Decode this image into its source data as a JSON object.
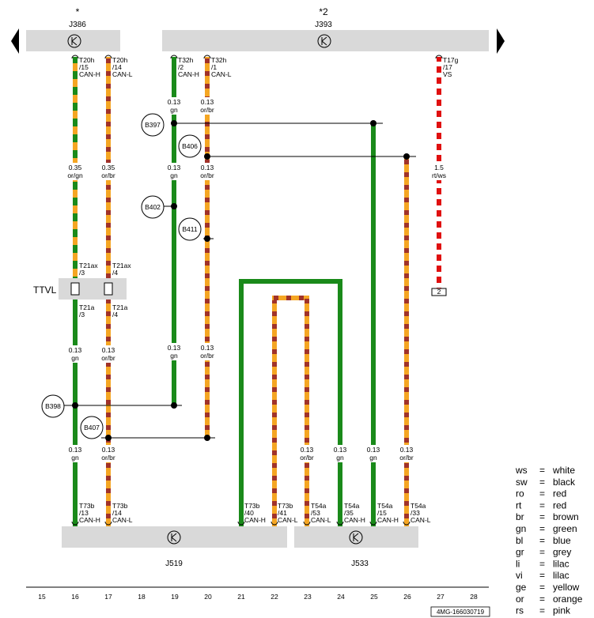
{
  "components": {
    "j386": {
      "label": "J386",
      "note": "*"
    },
    "j393": {
      "label": "J393",
      "note": "*2"
    },
    "j519": {
      "label": "J519"
    },
    "j533": {
      "label": "J533"
    },
    "ttvl": {
      "label": "TTVL"
    }
  },
  "top_pins": [
    {
      "id": "p16",
      "conn": "T20h",
      "pin": "/15",
      "sig": "CAN-H"
    },
    {
      "id": "p17",
      "conn": "T20h",
      "pin": "/14",
      "sig": "CAN-L"
    },
    {
      "id": "p19",
      "conn": "T32h",
      "pin": "/2",
      "sig": "CAN-H"
    },
    {
      "id": "p20",
      "conn": "T32h",
      "pin": "/1",
      "sig": "CAN-L"
    },
    {
      "id": "p27",
      "conn": "T17g",
      "pin": "/17",
      "sig": "VS"
    }
  ],
  "ttvl_pins_top": [
    {
      "conn": "T21ax",
      "pin": "/3"
    },
    {
      "conn": "T21ax",
      "pin": "/4"
    }
  ],
  "ttvl_pins_bottom": [
    {
      "conn": "T21a",
      "pin": "/3"
    },
    {
      "conn": "T21a",
      "pin": "/4"
    }
  ],
  "bottom_pins": [
    {
      "conn": "T73b",
      "pin": "/13",
      "sig": "CAN-H"
    },
    {
      "conn": "T73b",
      "pin": "/14",
      "sig": "CAN-L"
    },
    {
      "conn": "T73b",
      "pin": "/40",
      "sig": "CAN-H"
    },
    {
      "conn": "T73b",
      "pin": "/41",
      "sig": "CAN-L"
    },
    {
      "conn": "T54a",
      "pin": "/53",
      "sig": "CAN-L"
    },
    {
      "conn": "T54a",
      "pin": "/35",
      "sig": "CAN-H"
    },
    {
      "conn": "T54a",
      "pin": "/15",
      "sig": "CAN-H"
    },
    {
      "conn": "T54a",
      "pin": "/33",
      "sig": "CAN-L"
    }
  ],
  "wire_labels": [
    {
      "size": "0.13",
      "color": "gn"
    },
    {
      "size": "0.13",
      "color": "or/br"
    },
    {
      "size": "0.35",
      "color": "or/gn"
    },
    {
      "size": "0.35",
      "color": "or/br"
    },
    {
      "size": "0.13",
      "color": "gn"
    },
    {
      "size": "0.13",
      "color": "or/br"
    },
    {
      "size": "1.5",
      "color": "rt/ws"
    },
    {
      "size": "0.13",
      "color": "gn"
    },
    {
      "size": "0.13",
      "color": "or/br"
    },
    {
      "size": "0.13",
      "color": "gn"
    },
    {
      "size": "0.13",
      "color": "or/br"
    },
    {
      "size": "0.13",
      "color": "gn"
    },
    {
      "size": "0.13",
      "color": "or/br"
    },
    {
      "size": "0.13",
      "color": "or/br"
    },
    {
      "size": "0.13",
      "color": "gn"
    },
    {
      "size": "0.13",
      "color": "gn"
    },
    {
      "size": "0.13",
      "color": "or/br"
    }
  ],
  "connection_points": [
    "B397",
    "B406",
    "B402",
    "B411",
    "B398",
    "B407"
  ],
  "ground_box": "2",
  "legend": [
    {
      "code": "ws",
      "eq": "=",
      "name": "white"
    },
    {
      "code": "sw",
      "eq": "=",
      "name": "black"
    },
    {
      "code": "ro",
      "eq": "=",
      "name": "red"
    },
    {
      "code": "rt",
      "eq": "=",
      "name": "red"
    },
    {
      "code": "br",
      "eq": "=",
      "name": "brown"
    },
    {
      "code": "gn",
      "eq": "=",
      "name": "green"
    },
    {
      "code": "bl",
      "eq": "=",
      "name": "blue"
    },
    {
      "code": "gr",
      "eq": "=",
      "name": "grey"
    },
    {
      "code": "li",
      "eq": "=",
      "name": "lilac"
    },
    {
      "code": "vi",
      "eq": "=",
      "name": "lilac"
    },
    {
      "code": "ge",
      "eq": "=",
      "name": "yellow"
    },
    {
      "code": "or",
      "eq": "=",
      "name": "orange"
    },
    {
      "code": "rs",
      "eq": "=",
      "name": "pink"
    }
  ],
  "grid_numbers": [
    "15",
    "16",
    "17",
    "18",
    "19",
    "20",
    "21",
    "22",
    "23",
    "24",
    "25",
    "26",
    "27",
    "28"
  ],
  "drawing_code": "4MG-166030719",
  "colors": {
    "green": "#1a8a1a",
    "orange": "#f5a623",
    "brown": "#a0322a",
    "red": "#e01010",
    "white": "#ffffff",
    "box_fill": "#d9d9d9"
  }
}
